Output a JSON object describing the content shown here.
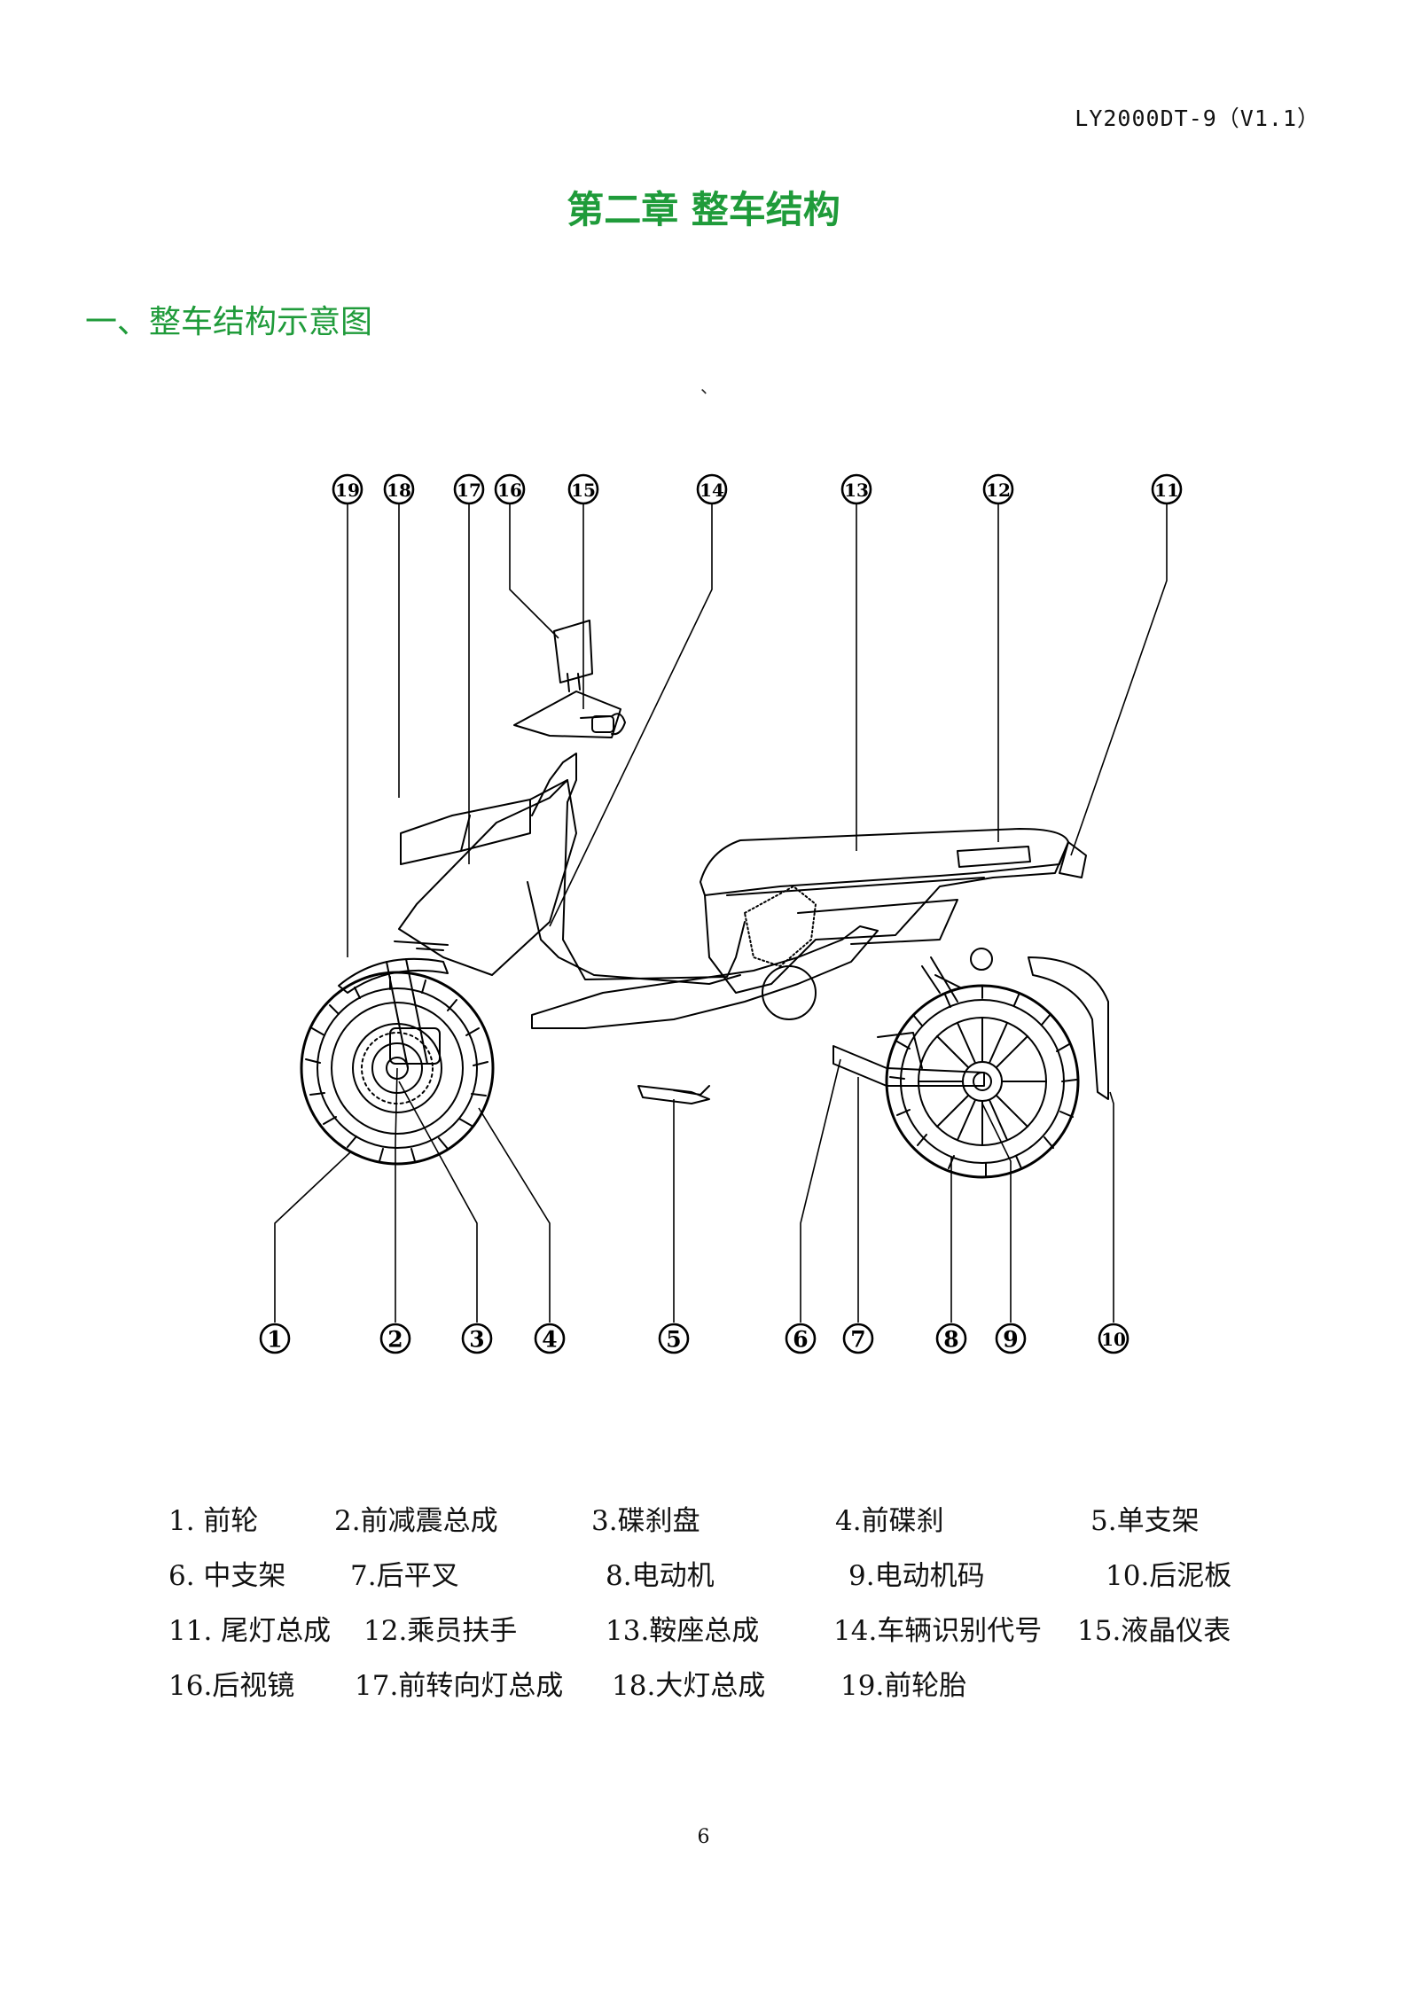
{
  "header": {
    "doc_code": "LY2000DT-9（V1.1）"
  },
  "chapter_title": "第二章 整车结构",
  "section_heading": "一、整车结构示意图",
  "stray_mark": "、",
  "callouts": [
    "1",
    "2",
    "3",
    "4",
    "5",
    "6",
    "7",
    "8",
    "9",
    "10",
    "11",
    "12",
    "13",
    "14",
    "15",
    "16",
    "17",
    "18",
    "19"
  ],
  "legend": [
    "1. 前轮",
    "2.前减震总成",
    "3.碟刹盘",
    "4.前碟刹",
    "5.单支架",
    "6. 中支架",
    "7.后平叉",
    "8.电动机",
    "9.电动机码",
    "10.后泥板",
    "11. 尾灯总成",
    "12.乘员扶手",
    "13.鞍座总成",
    "14.车辆识别代号",
    "15.液晶仪表",
    "16.后视镜",
    "17.前转向灯总成",
    "18.大灯总成",
    "19.前轮胎"
  ],
  "page_number": "6"
}
